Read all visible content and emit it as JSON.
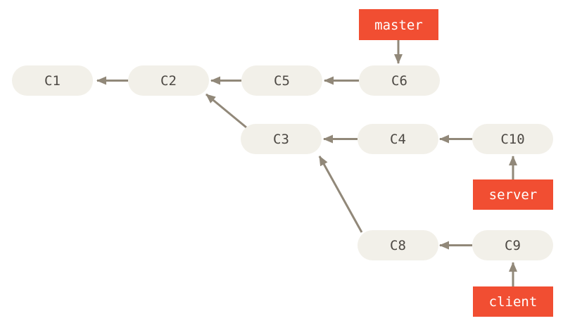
{
  "colors": {
    "background": "#ffffff",
    "commit_fill": "#f2f0e9",
    "commit_text": "#4d4944",
    "arrow": "#918879",
    "branch_fill": "#f14e32",
    "branch_text": "#ffffff"
  },
  "commits": [
    {
      "id": "C1",
      "label": "C1",
      "parent": null
    },
    {
      "id": "C2",
      "label": "C2",
      "parent": "C1"
    },
    {
      "id": "C5",
      "label": "C5",
      "parent": "C2"
    },
    {
      "id": "C6",
      "label": "C6",
      "parent": "C5"
    },
    {
      "id": "C3",
      "label": "C3",
      "parent": "C2"
    },
    {
      "id": "C4",
      "label": "C4",
      "parent": "C3"
    },
    {
      "id": "C10",
      "label": "C10",
      "parent": "C4"
    },
    {
      "id": "C8",
      "label": "C8",
      "parent": "C3"
    },
    {
      "id": "C9",
      "label": "C9",
      "parent": "C8"
    }
  ],
  "branches": [
    {
      "label": "master",
      "points_to": "C6"
    },
    {
      "label": "server",
      "points_to": "C10"
    },
    {
      "label": "client",
      "points_to": "C9"
    }
  ]
}
